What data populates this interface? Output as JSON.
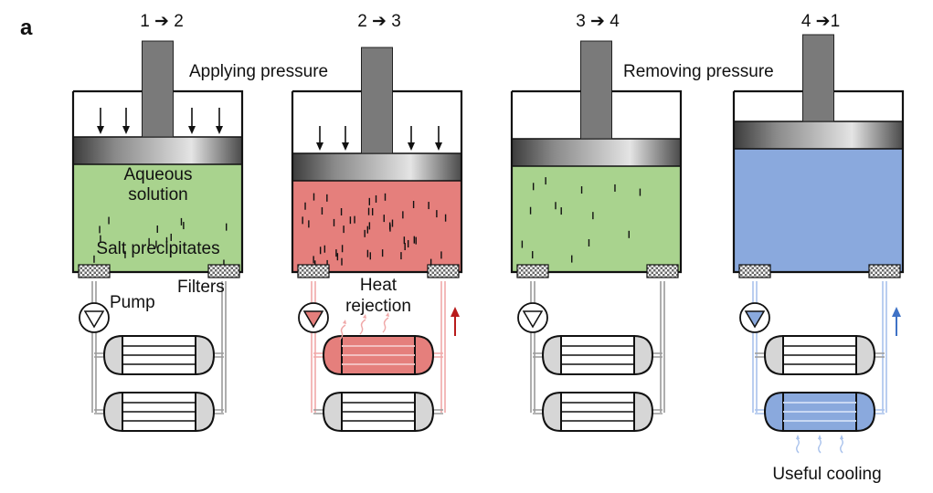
{
  "panel_label": "a",
  "steps": [
    {
      "label": "1 ➔ 2"
    },
    {
      "label": "2 ➔ 3"
    },
    {
      "label": "3 ➔ 4"
    },
    {
      "label": "4 ➔1"
    }
  ],
  "annotations": {
    "applying_pressure": "Applying pressure",
    "removing_pressure": "Removing pressure",
    "aqueous": "Aqueous",
    "solution": "solution",
    "salt_precipitates": "Salt precipitates",
    "filters": "Filters",
    "pump": "Pump",
    "heat": "Heat",
    "rejection": "rejection",
    "useful_cooling": "Useful cooling"
  },
  "colors": {
    "green_fluid": "#a9d38e",
    "red_fluid": "#e57f7c",
    "blue_fluid": "#8aa9dd",
    "hot_line": "#f0a8a8",
    "hot_arrow": "#b81c1c",
    "cold_line": "#a9c2ec",
    "cold_arrow": "#3f72c6",
    "outline": "#111111"
  }
}
